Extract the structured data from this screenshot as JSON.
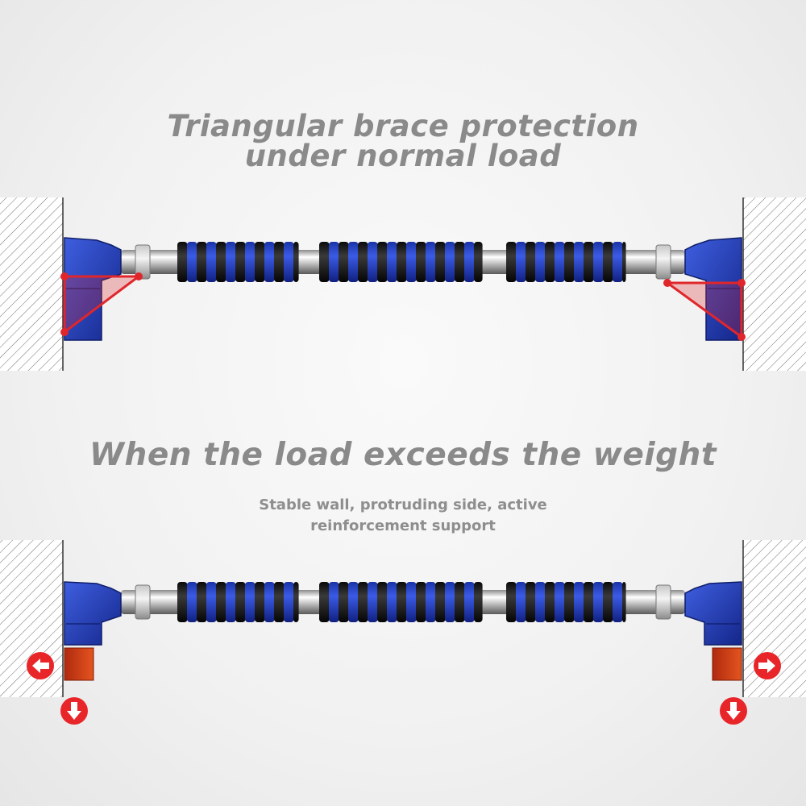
{
  "heading_top": {
    "line1": "Triangular brace protection",
    "line2": "under normal load"
  },
  "heading_mid": "When the load exceeds the weight",
  "subheading": {
    "line1": "Stable wall, protruding side, active",
    "line2": "reinforcement support"
  },
  "colors": {
    "heading": "#8a8a8a",
    "foam_blue": "#1f3fbf",
    "foam_black": "#151515",
    "bracket_blue": "#2342b8",
    "brace_red": "#e0262b",
    "arrow_red": "#e8262a",
    "block_orange": "#d9441a"
  },
  "icons": {
    "left_outward": "arrow-left-icon",
    "right_outward": "arrow-right-icon",
    "downward": "arrow-down-icon"
  }
}
